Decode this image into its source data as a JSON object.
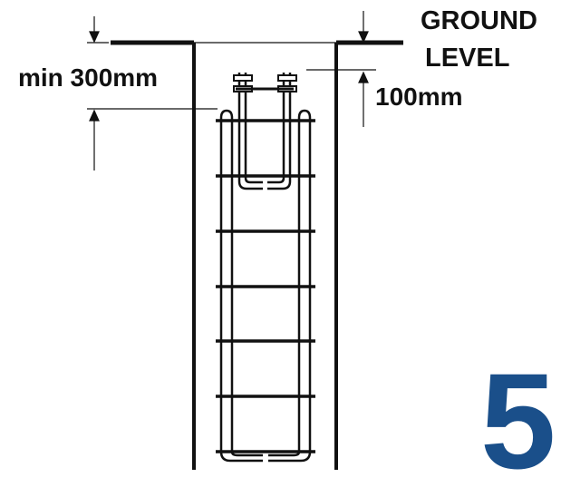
{
  "labels": {
    "ground": "GROUND",
    "level": "LEVEL",
    "min_depth": "min 300mm",
    "clearance": "100mm"
  },
  "step_number": "5",
  "colors": {
    "line": "#111111",
    "step_number": "#1a4f8a",
    "background": "#ffffff"
  },
  "cage": {
    "ring_count": 7
  }
}
